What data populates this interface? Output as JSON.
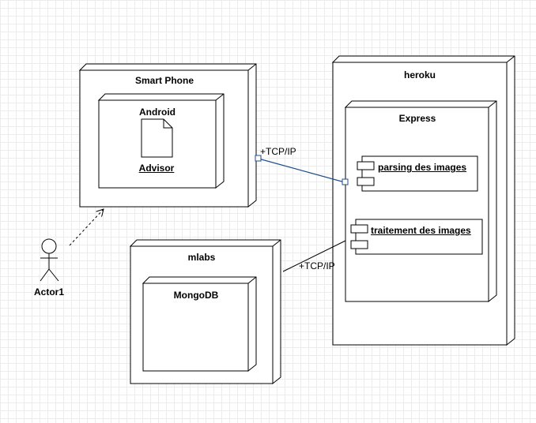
{
  "nodes": {
    "smart_phone": {
      "title": "Smart Phone"
    },
    "android": {
      "title": "Android"
    },
    "heroku": {
      "title": "heroku"
    },
    "express": {
      "title": "Express"
    },
    "mlabs": {
      "title": "mlabs"
    },
    "mongodb": {
      "title": "MongoDB"
    }
  },
  "artifacts": {
    "advisor": {
      "name": "Advisor"
    }
  },
  "components": {
    "parsing": {
      "name": "parsing des images"
    },
    "traitement": {
      "name": "traitement des images"
    }
  },
  "actor": {
    "name": "Actor1"
  },
  "connections": {
    "phone_express": {
      "label": "+TCP/IP"
    },
    "mlabs_express": {
      "label": "+TCP/IP"
    }
  },
  "colors": {
    "line": "#000000",
    "link_blue": "#1f4e8c",
    "grid": "#ececec"
  }
}
